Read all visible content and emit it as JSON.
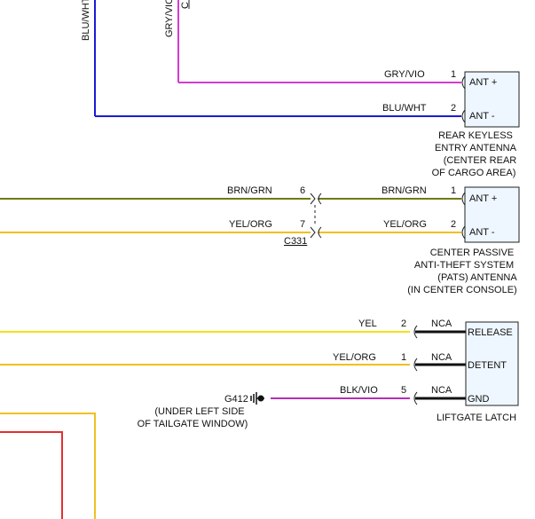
{
  "top_wires": {
    "blu_wht_vertical_label": "BLU/WHT",
    "gry_vio_vertical_label": "GRY/VIO",
    "top_clipped_text": "C"
  },
  "rear_keyless": {
    "wire1_label": "GRY/VIO",
    "wire1_pin": "1",
    "wire2_label": "BLU/WHT",
    "wire2_pin": "2",
    "pin1_label": "ANT +",
    "pin2_label": "ANT -",
    "name_lines": [
      "REAR KEYLESS",
      "ENTRY ANTENNA",
      "(CENTER REAR",
      "OF CARGO AREA)"
    ],
    "colors": {
      "gry_vio": "#d23cd2",
      "blu_wht": "#1a1ad6"
    }
  },
  "pats": {
    "left_wire1_label": "BRN/GRN",
    "left_pin1": "6",
    "right_wire1_label": "BRN/GRN",
    "right_pin1": "1",
    "left_wire2_label": "YEL/ORG",
    "left_pin2": "7",
    "right_wire2_label": "YEL/ORG",
    "right_pin2": "2",
    "connector_label": "C331",
    "pin1_label": "ANT +",
    "pin2_label": "ANT -",
    "name_lines": [
      "CENTER PASSIVE",
      "ANTI-THEFT SYSTEM",
      "(PATS) ANTENNA",
      "(IN CENTER CONSOLE)"
    ],
    "colors": {
      "brn_grn": "#6e7a12",
      "yel_org": "#f0c020"
    }
  },
  "liftgate": {
    "wire1_label": "YEL",
    "wire1_pin": "2",
    "wire1_nca": "NCA",
    "wire2_label": "YEL/ORG",
    "wire2_pin": "1",
    "wire2_nca": "NCA",
    "wire3_label": "BLK/VIO",
    "wire3_pin": "5",
    "wire3_nca": "NCA",
    "pin1_label": "RELEASE",
    "pin2_label": "DETENT",
    "pin3_label": "GND",
    "ground_label": "G412",
    "ground_note_lines": [
      "(UNDER LEFT SIDE",
      "OF TAILGATE WINDOW)"
    ],
    "name": "LIFTGATE LATCH",
    "colors": {
      "yel": "#f5e11a",
      "yel_org": "#f0c020",
      "blk_vio": "#b42fb4"
    }
  },
  "bottom_wires": {
    "colors": {
      "red": "#e03030",
      "yellow": "#f0c020"
    }
  }
}
